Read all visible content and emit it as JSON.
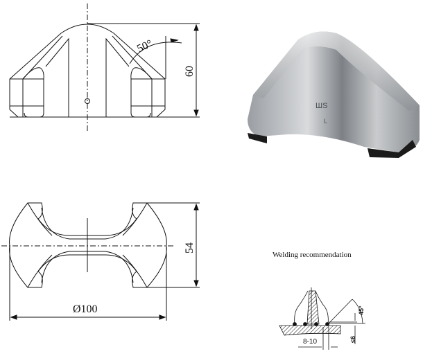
{
  "front_view": {
    "height_dim": "60",
    "angle_dim": "50°"
  },
  "top_view": {
    "width_dim": "54",
    "diameter_dim": "Ø100"
  },
  "render_3d": {
    "embossed_text": "ШS",
    "embossed_sub": "L"
  },
  "welding": {
    "title": "Welding recommendation",
    "gap_dim": "8-10",
    "angle_dim": "45°",
    "leg_dim": "≤6"
  }
}
